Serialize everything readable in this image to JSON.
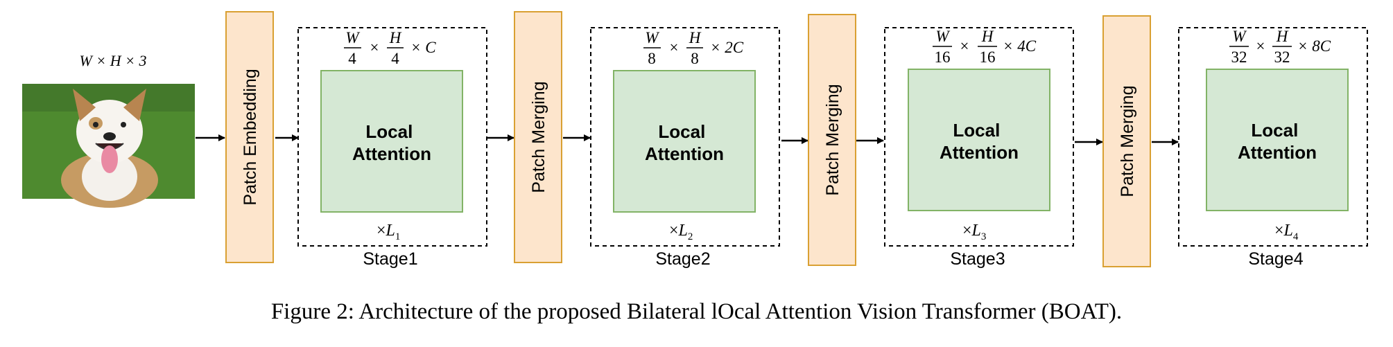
{
  "input": {
    "label": "W × H × 3",
    "image": "dog-photo"
  },
  "blocks": {
    "patch_embedding": "Patch Embedding",
    "patch_merging_1": "Patch Merging",
    "patch_merging_2": "Patch Merging",
    "patch_merging_3": "Patch Merging"
  },
  "stages": [
    {
      "name": "Stage1",
      "block": "Local\nAttention",
      "repeat_sym": "×",
      "repeat_var": "L",
      "repeat_sub": "1",
      "dims": {
        "w_num": "W",
        "w_den": "4",
        "h_num": "H",
        "h_den": "4",
        "channels": "× C"
      }
    },
    {
      "name": "Stage2",
      "block": "Local\nAttention",
      "repeat_sym": "×",
      "repeat_var": "L",
      "repeat_sub": "2",
      "dims": {
        "w_num": "W",
        "w_den": "8",
        "h_num": "H",
        "h_den": "8",
        "channels": "× 2C"
      }
    },
    {
      "name": "Stage3",
      "block": "Local\nAttention",
      "repeat_sym": "×",
      "repeat_var": "L",
      "repeat_sub": "3",
      "dims": {
        "w_num": "W",
        "w_den": "16",
        "h_num": "H",
        "h_den": "16",
        "channels": "× 4C"
      }
    },
    {
      "name": "Stage4",
      "block": "Local\nAttention",
      "repeat_sym": "×",
      "repeat_var": "L",
      "repeat_sub": "4",
      "dims": {
        "w_num": "W",
        "w_den": "32",
        "h_num": "H",
        "h_den": "32",
        "channels": "× 8C"
      }
    }
  ],
  "caption": "Figure 2: Architecture of the proposed Bilateral lOcal Attention Vision Transformer (BOAT).",
  "colors": {
    "orange_fill": "#fde5cc",
    "orange_stroke": "#d9a032",
    "green_fill": "#d5e8d4",
    "green_stroke": "#82b366",
    "grass": "#4e8a2f"
  }
}
